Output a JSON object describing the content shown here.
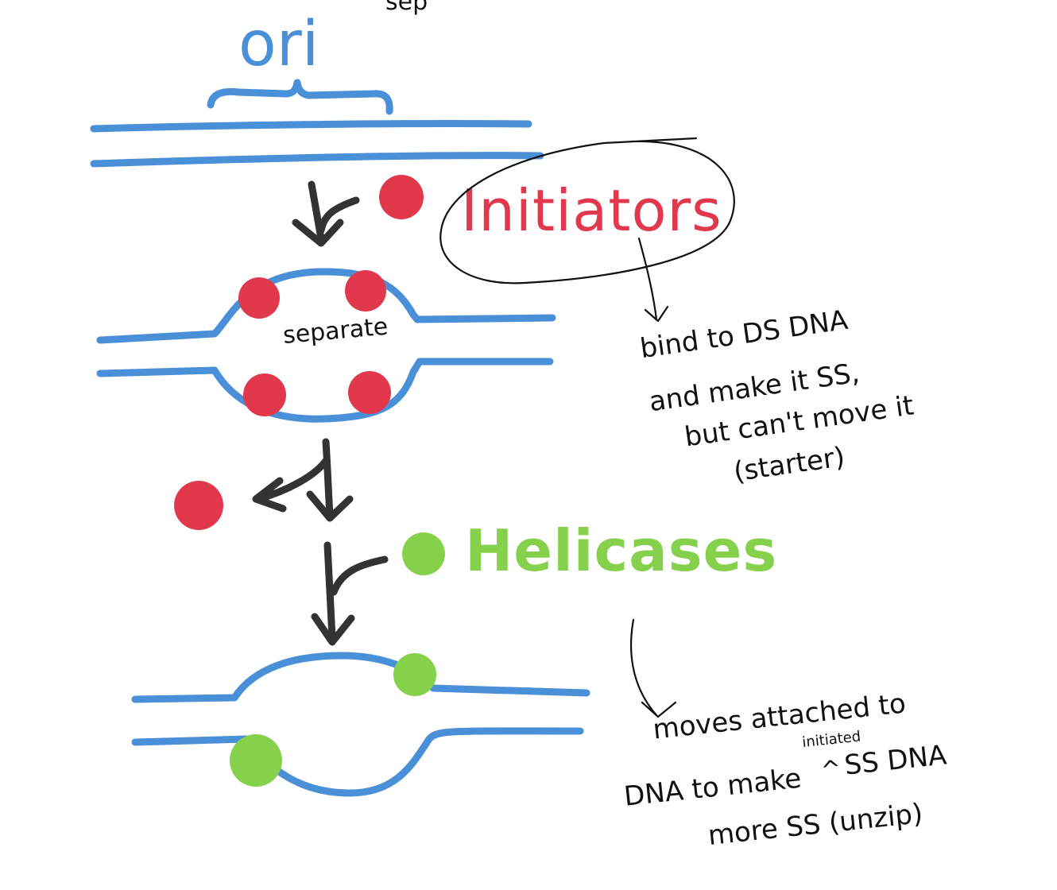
{
  "colors": {
    "dna": "#4a90d9",
    "initiator": "#e2384d",
    "helicase": "#86d14c",
    "arrow": "#333333",
    "pen": "#111111"
  },
  "labels": {
    "ori": "ori",
    "initiators": "Initiators",
    "helicases": "Helicases",
    "separate": "separate",
    "top_cropped": "sep"
  },
  "notes": {
    "initiators": [
      "bind to DS DNA",
      "and make it SS,",
      "but can't move it",
      "(starter)"
    ],
    "helicases": {
      "line1": "moves attached to",
      "line2_part1": "DNA to make",
      "caret": "^",
      "insert": "initiated",
      "line2_part2": "SS DNA",
      "line3": "more SS (unzip)"
    }
  }
}
